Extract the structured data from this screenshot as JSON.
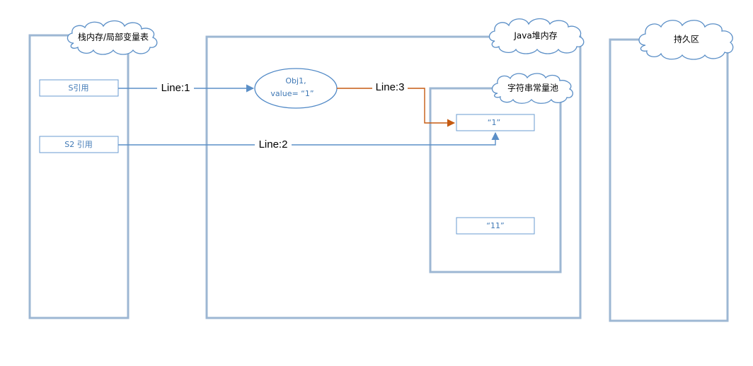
{
  "regions": {
    "stack": {
      "title": "栈内存/局部变量表"
    },
    "heap": {
      "title": "Java堆内存"
    },
    "string_pool": {
      "title": "字符串常量池"
    },
    "permgen": {
      "title": "持久区"
    }
  },
  "references": {
    "s_ref": "S引用",
    "s2_ref": "S2 引用"
  },
  "object": {
    "line1": "Obj1,",
    "line2": "value= “1”"
  },
  "pool_items": {
    "item1": "“1”",
    "item11": "“11”"
  },
  "arrows": {
    "line1": "Line:1",
    "line2": "Line:2",
    "line3": "Line:3"
  },
  "colors": {
    "region_border": "#9db7d3",
    "reference_line": "#5b8fc7",
    "value_line": "#c55a11",
    "reference_text": "#3f78b5"
  }
}
